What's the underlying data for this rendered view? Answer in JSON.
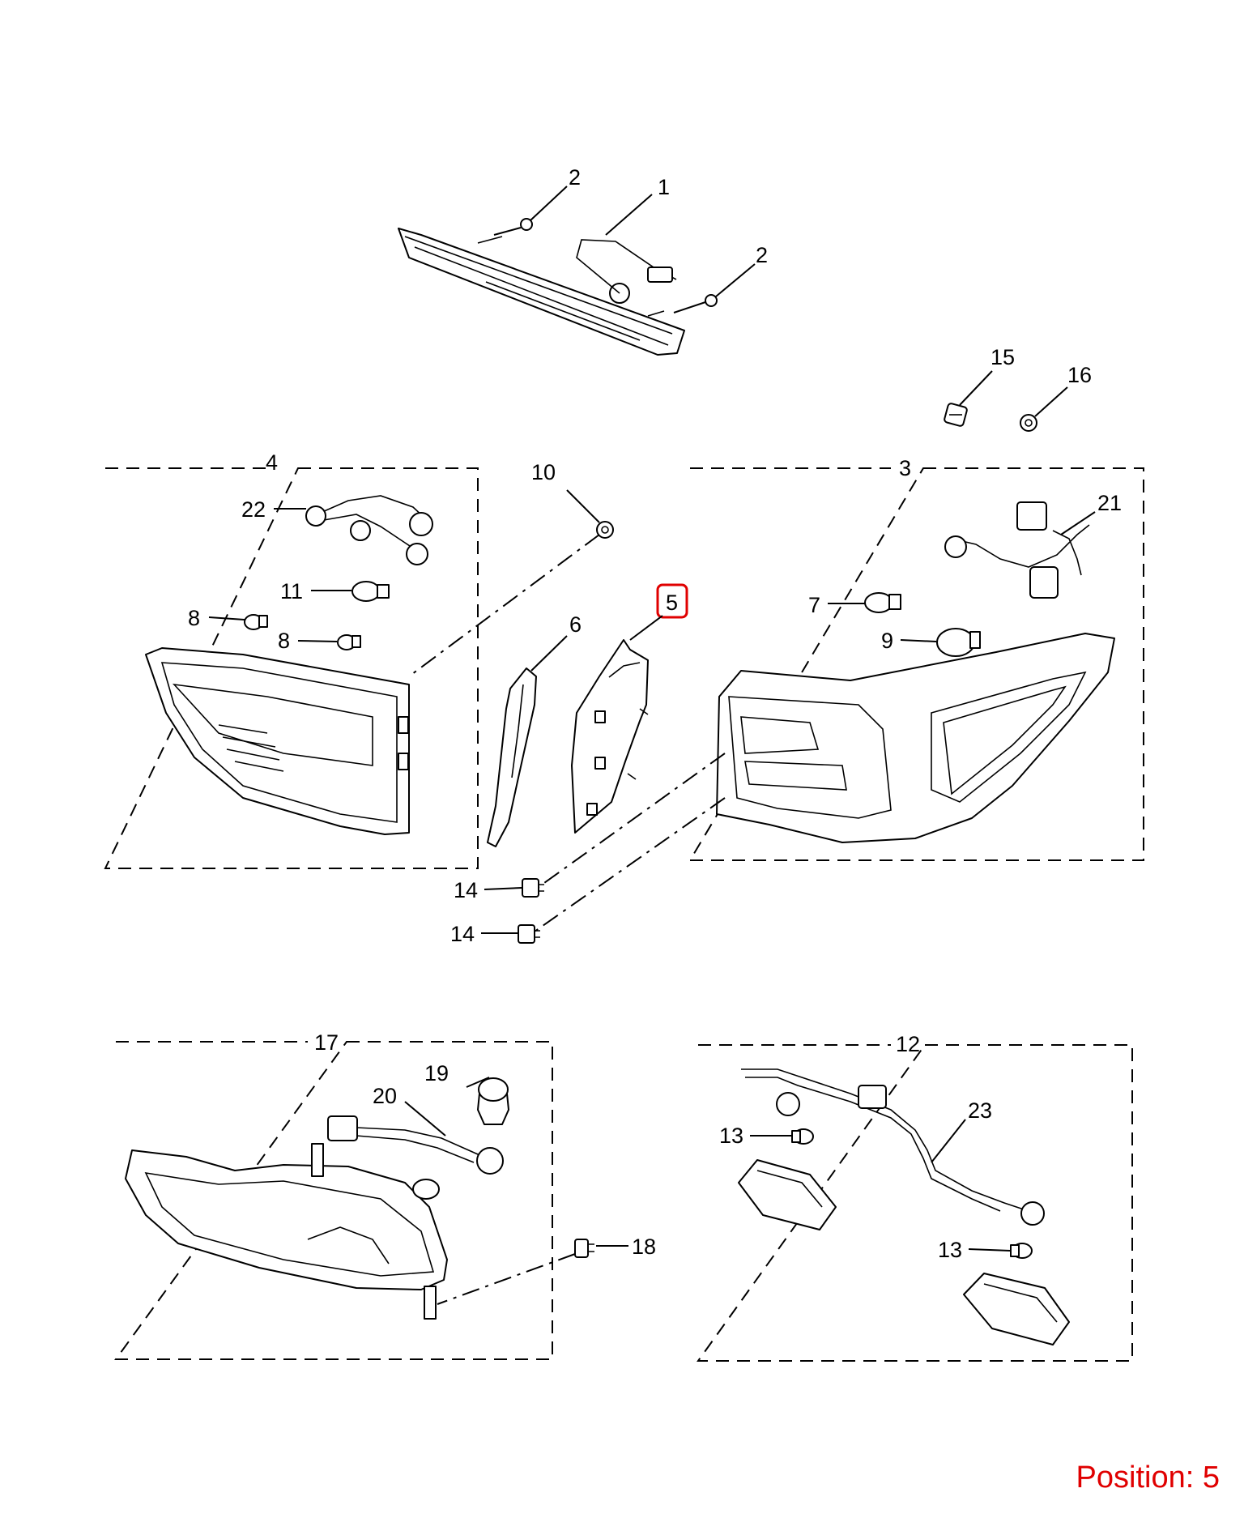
{
  "callouts": [
    "1",
    "2",
    "3",
    "4",
    "5",
    "6",
    "7",
    "8",
    "9",
    "10",
    "11",
    "12",
    "13",
    "14",
    "15",
    "16",
    "17",
    "18",
    "19",
    "20",
    "21",
    "22",
    "23"
  ],
  "highlighted_callout": "5",
  "position_label": "Position: 5",
  "colors": {
    "highlight": "#e00000",
    "lines": "#000000",
    "background": "#ffffff"
  }
}
